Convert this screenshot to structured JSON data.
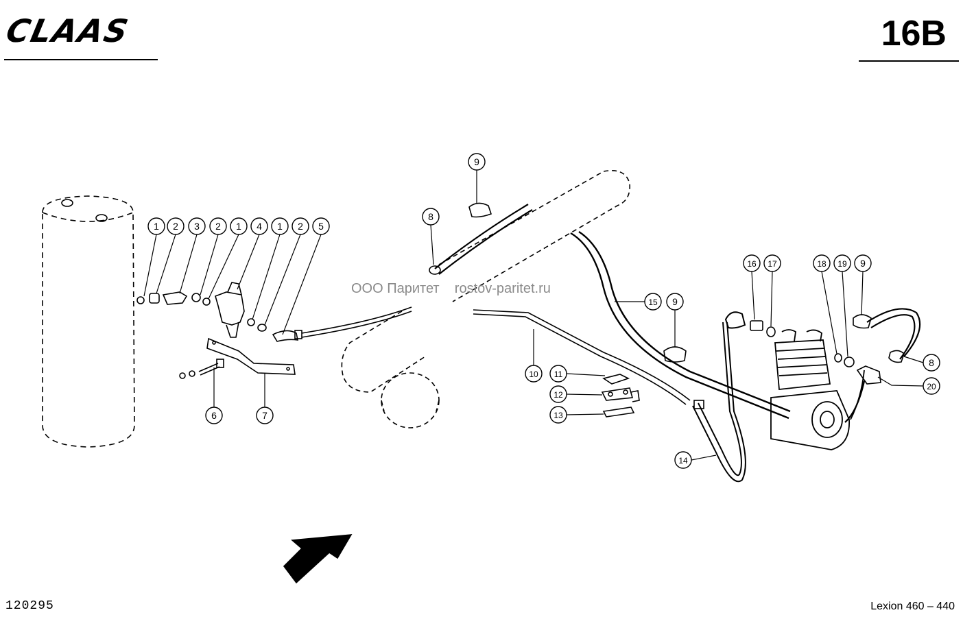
{
  "header": {
    "brand": "CLAAS",
    "page_code": "16B"
  },
  "footer": {
    "document_number": "120295",
    "model": "Lexion 460 – 440"
  },
  "watermark": "ООО Паритет    rostov-paritet.ru",
  "callouts": [
    {
      "label": "1"
    },
    {
      "label": "2"
    },
    {
      "label": "3"
    },
    {
      "label": "2"
    },
    {
      "label": "1"
    },
    {
      "label": "4"
    },
    {
      "label": "1"
    },
    {
      "label": "2"
    },
    {
      "label": "5"
    },
    {
      "label": "6"
    },
    {
      "label": "7"
    },
    {
      "label": "8"
    },
    {
      "label": "9"
    },
    {
      "label": "10"
    },
    {
      "label": "11"
    },
    {
      "label": "12"
    },
    {
      "label": "13"
    },
    {
      "label": "14"
    },
    {
      "label": "15"
    },
    {
      "label": "9"
    },
    {
      "label": "16"
    },
    {
      "label": "17"
    },
    {
      "label": "18"
    },
    {
      "label": "19"
    },
    {
      "label": "9"
    },
    {
      "label": "8"
    },
    {
      "label": "20"
    }
  ]
}
